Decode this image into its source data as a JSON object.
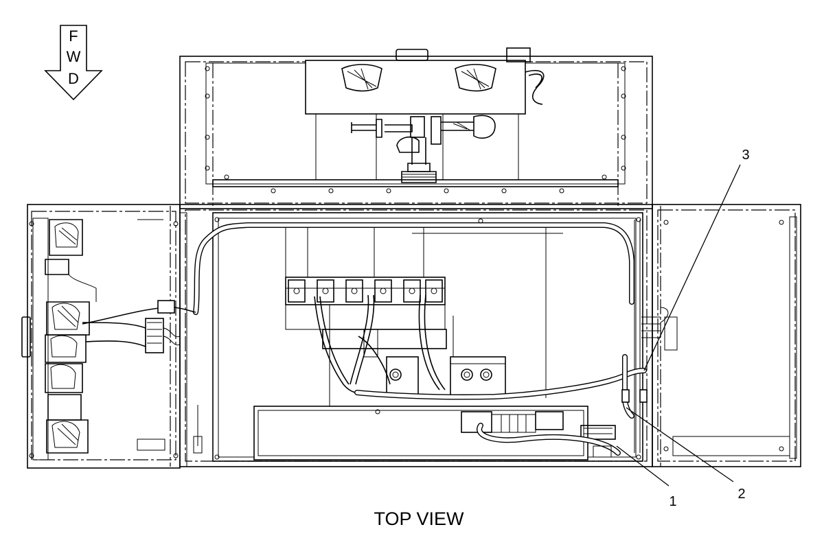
{
  "fwd_indicator": {
    "letters": [
      "F",
      "W",
      "D"
    ]
  },
  "callouts": [
    {
      "id": "1",
      "label": "1"
    },
    {
      "id": "2",
      "label": "2"
    },
    {
      "id": "3",
      "label": "3"
    }
  ],
  "caption": "TOP VIEW",
  "icons": {
    "fwd_arrow": "down-arrow-icon"
  }
}
